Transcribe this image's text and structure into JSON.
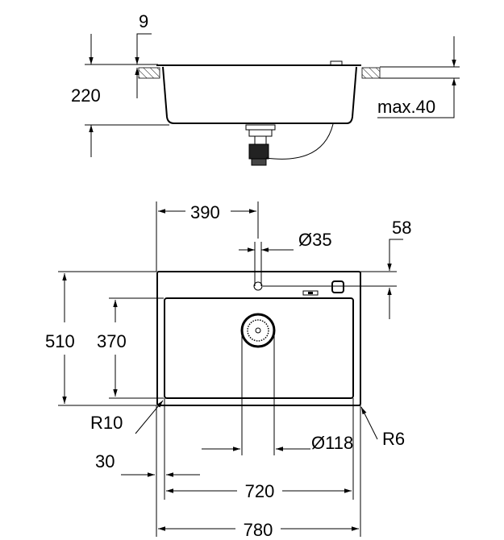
{
  "side_view": {
    "rim_thickness": "9",
    "height": "220",
    "countertop_max": "max.40"
  },
  "top_view": {
    "tap_offset": "390",
    "tap_hole_diameter": "Ø35",
    "tap_from_edge": "58",
    "outer_depth": "510",
    "bowl_depth": "370",
    "bowl_corner_radius": "R10",
    "outer_corner_radius": "R6",
    "drain_diameter": "Ø118",
    "bowl_offset": "30",
    "bowl_width": "720",
    "outer_width": "780"
  }
}
